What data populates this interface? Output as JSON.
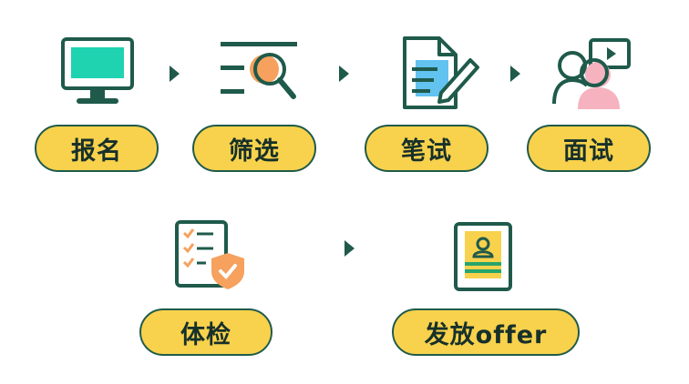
{
  "steps": [
    {
      "label": "报名",
      "icon": "computer-monitor-icon"
    },
    {
      "label": "筛选",
      "icon": "magnifier-search-icon"
    },
    {
      "label": "笔试",
      "icon": "document-pen-icon"
    },
    {
      "label": "面试",
      "icon": "people-chat-icon"
    },
    {
      "label": "体检",
      "icon": "checklist-shield-icon"
    },
    {
      "label": "发放offer",
      "icon": "id-card-offer-icon"
    }
  ],
  "colors": {
    "pill_fill": "#f8d24c",
    "outline": "#1f5a4b",
    "teal": "#1fd3b0",
    "orange": "#f6a15d",
    "blue": "#62c2f0",
    "pink": "#f6b2bf",
    "green": "#27a56b"
  }
}
